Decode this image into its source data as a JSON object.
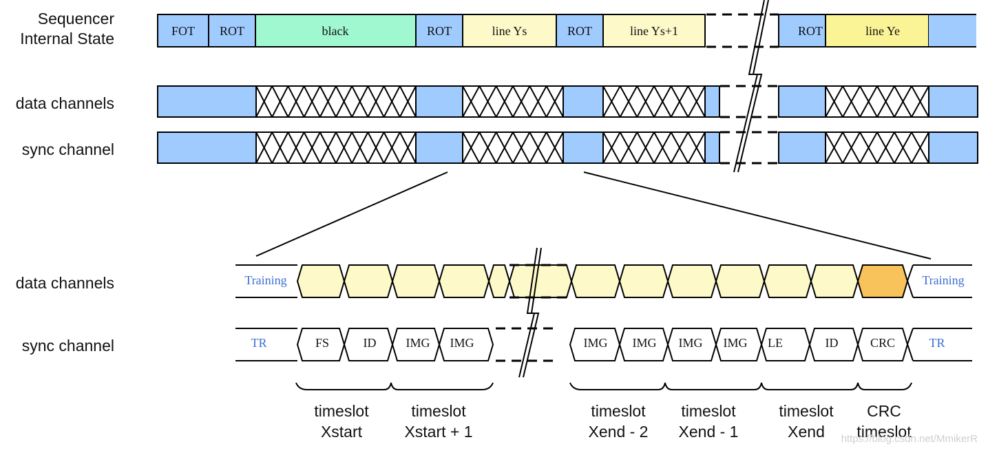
{
  "colors": {
    "blue": "#9fcbff",
    "green": "#9ff8cf",
    "cream": "#fdf9c8",
    "yellow": "#fbf496",
    "orange": "#f9c35c",
    "line": "#000000",
    "training_text": "#3b6fd1"
  },
  "row_labels": {
    "sequencer_line1": "Sequencer",
    "sequencer_line2": "Internal State",
    "data_channels_top": "data channels",
    "sync_channel_top": "sync channel",
    "data_channels_bottom": "data channels",
    "sync_channel_bottom": "sync channel"
  },
  "sequencer_cells": {
    "fot": "FOT",
    "rot1": "ROT",
    "black": "black",
    "rot2": "ROT",
    "line_ys": "line Ys",
    "rot3": "ROT",
    "line_ys1": "line Ys+1",
    "rot4": "ROT",
    "line_ye": "line Ye"
  },
  "detail_data": {
    "training_left": "Training",
    "training_right": "Training"
  },
  "detail_sync": {
    "tr_left": "TR",
    "fs": "FS",
    "id1": "ID",
    "img1": "IMG",
    "img2": "IMG",
    "img3": "IMG",
    "img4": "IMG",
    "img5": "IMG",
    "img6": "IMG",
    "le": "LE",
    "id2": "ID",
    "crc": "CRC",
    "tr_right": "TR"
  },
  "braces": {
    "b1_line1": "timeslot",
    "b1_line2": "Xstart",
    "b2_line1": "timeslot",
    "b2_line2": "Xstart + 1",
    "b3_line1": "timeslot",
    "b3_line2": "Xend - 2",
    "b4_line1": "timeslot",
    "b4_line2": "Xend - 1",
    "b5_line1": "timeslot",
    "b5_line2": "Xend",
    "b6_line1": "CRC",
    "b6_line2": "timeslot"
  },
  "watermark": "https://blog.csdn.net/MmikerR"
}
